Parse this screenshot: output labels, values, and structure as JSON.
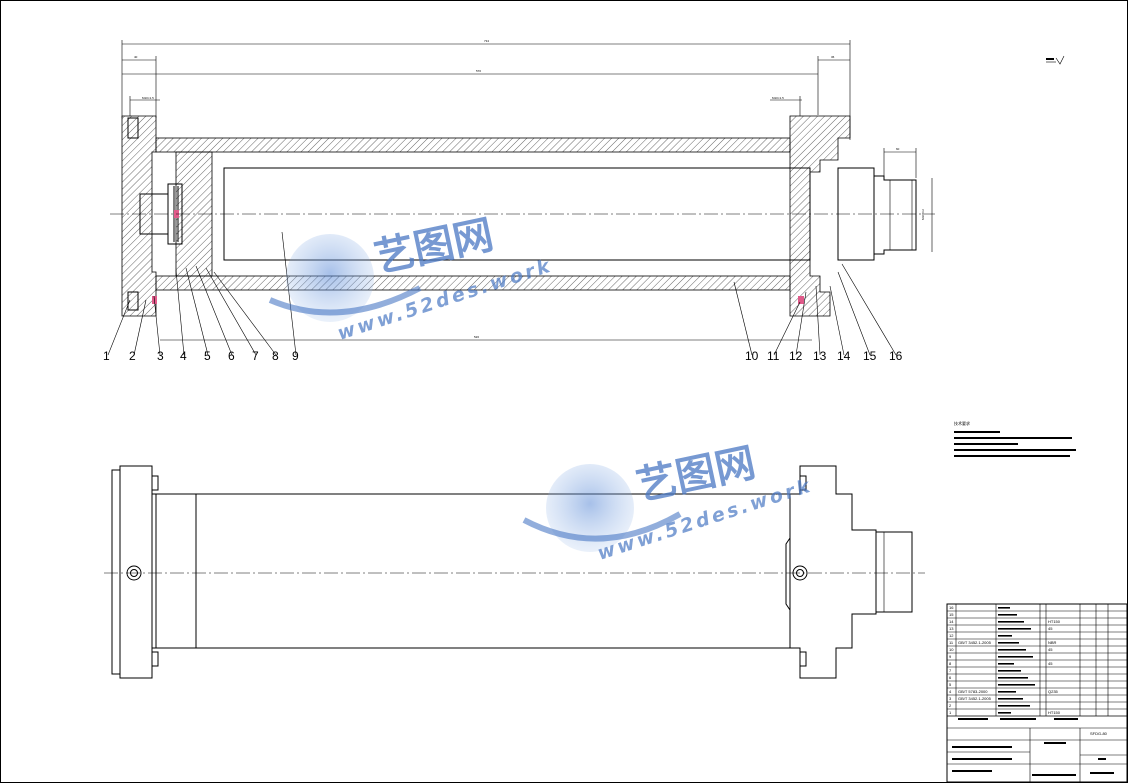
{
  "drawing": {
    "part_numbers": [
      "1",
      "2",
      "3",
      "4",
      "5",
      "6",
      "7",
      "8",
      "9",
      "10",
      "11",
      "12",
      "13",
      "14",
      "15",
      "16"
    ],
    "dimensions": {
      "overall_length": "734",
      "left_cap": "40",
      "barrel_length": "570",
      "right_cap": "36",
      "bottom_length": "526",
      "port_width": "60",
      "left_port": "M10×1.5",
      "right_port": "M10×1.5",
      "rod_thread": "M100×2"
    },
    "watermarks": [
      {
        "cn": "艺图网",
        "en": "www.52des.work"
      },
      {
        "cn": "艺图网",
        "en": "www.52des.work"
      }
    ],
    "tech_req_title": "技术要求",
    "title_block": {
      "doc_no": "SFDG-80",
      "rows": [
        {
          "no": "16",
          "code": "",
          "mat": ""
        },
        {
          "no": "15",
          "code": "",
          "mat": ""
        },
        {
          "no": "14",
          "code": "",
          "mat": "HT150"
        },
        {
          "no": "13",
          "code": "",
          "mat": "45"
        },
        {
          "no": "12",
          "code": "",
          "mat": ""
        },
        {
          "no": "11",
          "code": "GB/T 3452.1-2005",
          "mat": "NBR"
        },
        {
          "no": "10",
          "code": "",
          "mat": "45"
        },
        {
          "no": "9",
          "code": "",
          "mat": ""
        },
        {
          "no": "8",
          "code": "",
          "mat": "45"
        },
        {
          "no": "7",
          "code": "",
          "mat": ""
        },
        {
          "no": "6",
          "code": "",
          "mat": ""
        },
        {
          "no": "5",
          "code": "",
          "mat": ""
        },
        {
          "no": "4",
          "code": "GB/T 5783-2000",
          "mat": "Q235"
        },
        {
          "no": "3",
          "code": "GB/T 3452.1-2005",
          "mat": ""
        },
        {
          "no": "2",
          "code": "",
          "mat": ""
        },
        {
          "no": "1",
          "code": "",
          "mat": "HT150"
        }
      ]
    }
  }
}
